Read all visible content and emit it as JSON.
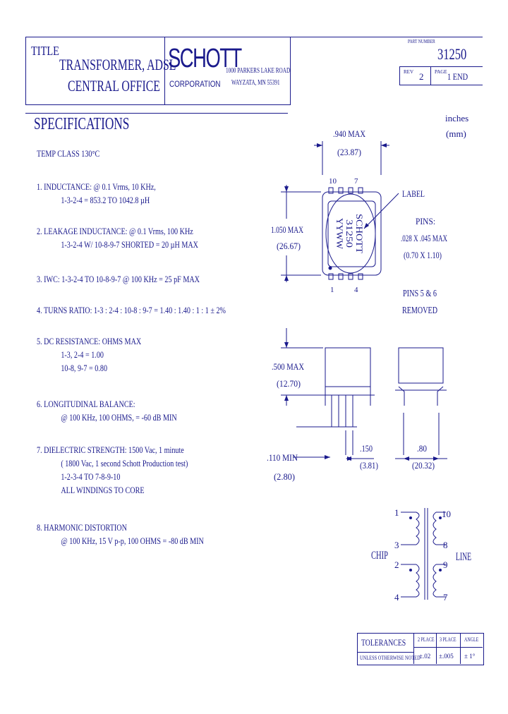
{
  "title_block": {
    "title_label": "TITLE",
    "title_line1": "TRANSFORMER, ADSL",
    "title_line2": "CENTRAL OFFICE",
    "company": "SCHOTT",
    "company_sub": "CORPORATION",
    "address1": "1000 PARKERS LAKE ROAD",
    "address2": "WAYZATA, MN   55391",
    "part_number_label": "PART NUMBER",
    "part_number": "31250",
    "rev_label": "REV",
    "rev": "2",
    "page_label": "PAGE",
    "page": "1 END"
  },
  "specs": {
    "heading": "SPECIFICATIONS",
    "temp_class": "TEMP CLASS 130°C",
    "items": [
      {
        "lines": [
          "1. INDUCTANCE: @ 0.1 Vrms, 10 KHz,",
          "1-3-2-4 = 853.2 TO 1042.8 µH"
        ]
      },
      {
        "lines": [
          "2. LEAKAGE INDUCTANCE: @ 0.1 Vrms, 100 KHz",
          "1-3-2-4 W/ 10-8-9-7 SHORTED = 20 µH MAX"
        ]
      },
      {
        "lines": [
          "3. IWC: 1-3-2-4 TO 10-8-9-7 @ 100 KHz = 25 pF MAX"
        ]
      },
      {
        "lines": [
          "4. TURNS RATIO: 1-3 : 2-4 : 10-8 : 9-7 = 1.40 : 1.40 : 1 : 1 ± 2%"
        ]
      },
      {
        "lines": [
          "5. DC RESISTANCE: OHMS MAX",
          "1-3, 2-4 = 1.00",
          "10-8, 9-7 = 0.80"
        ]
      },
      {
        "lines": [
          "6. LONGITUDINAL BALANCE:",
          "@ 100 KHz, 100 OHMS, = -60 dB MIN"
        ]
      },
      {
        "lines": [
          "7. DIELECTRIC STRENGTH: 1500 Vac, 1 minute",
          "( 1800 Vac, 1 second Schott Production test)",
          "1-2-3-4 TO 7-8-9-10",
          "ALL WINDINGS TO CORE"
        ]
      },
      {
        "lines": [
          "8. HARMONIC DISTORTION",
          "@ 100 KHz, 15 V p-p, 100 OHMS = -80 dB MIN"
        ]
      }
    ]
  },
  "drawing": {
    "units_line1": "inches",
    "units_line2": "(mm)",
    "width_in": ".940 MAX",
    "width_mm": "(23.87)",
    "height_in": "1.050 MAX",
    "height_mm": "(26.67)",
    "label_callout": "LABEL",
    "label_lines": [
      "SCHOTT",
      "31250",
      "YYWW"
    ],
    "pin_top_left": "10",
    "pin_top_right": "7",
    "pin_bottom_left": "1",
    "pin_bottom_right": "4",
    "pins_title": "PINS:",
    "pins_size_in": ".028 X .045 MAX",
    "pins_size_mm": "(0.70 X 1.10)",
    "pins_removed_line1": "PINS 5 & 6",
    "pins_removed_line2": "REMOVED",
    "side_height_in": ".500 MAX",
    "side_height_mm": "(12.70)",
    "pin_len_in": ".110 MIN",
    "pin_len_mm": "(2.80)",
    "pitch_in": ".150",
    "pitch_mm": "(3.81)",
    "row_in": ".80",
    "row_mm": "(20.32)"
  },
  "schematic": {
    "chip_label": "CHIP",
    "line_label": "LINE",
    "left_pins": [
      "1",
      "3",
      "2",
      "4"
    ],
    "right_pins": [
      "10",
      "8",
      "9",
      "7"
    ]
  },
  "tolerances": {
    "title": "TOLERANCES",
    "subtitle": "UNLESS OTHERWISE NOTED",
    "col1_head": "2 PLACE",
    "col2_head": "3 PLACE",
    "col3_head": "ANGLE",
    "col1_val": "±.02",
    "col2_val": "±.005",
    "col3_val": "± 1°"
  }
}
